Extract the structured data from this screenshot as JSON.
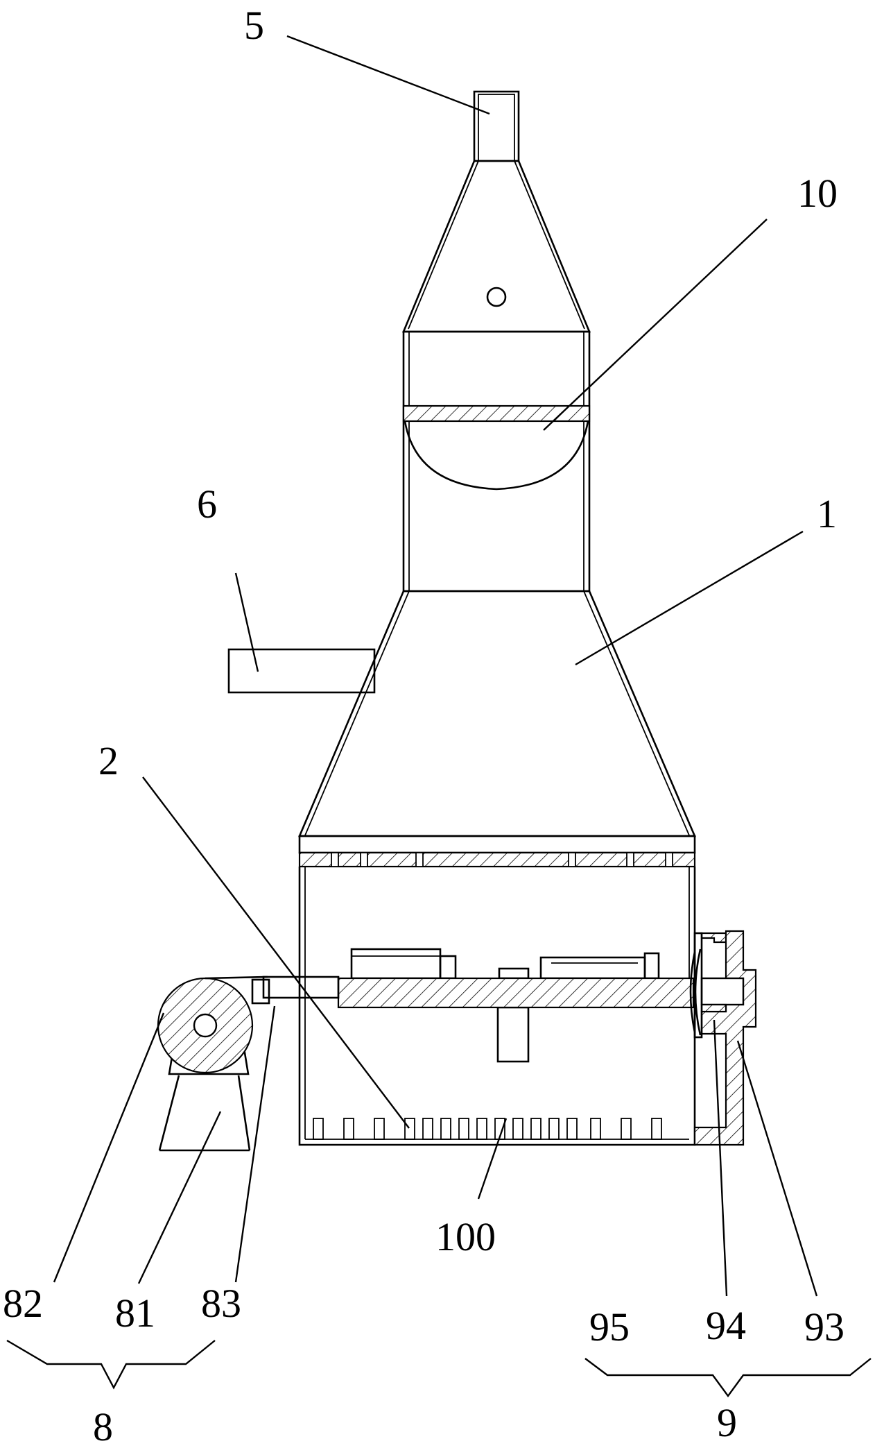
{
  "figure": {
    "labels": {
      "l5": "5",
      "l10": "10",
      "l6": "6",
      "l1": "1",
      "l2": "2",
      "l100": "100",
      "l82": "82",
      "l81": "81",
      "l83": "83",
      "l8": "8",
      "l95": "95",
      "l94": "94",
      "l93": "93",
      "l9": "9"
    }
  }
}
